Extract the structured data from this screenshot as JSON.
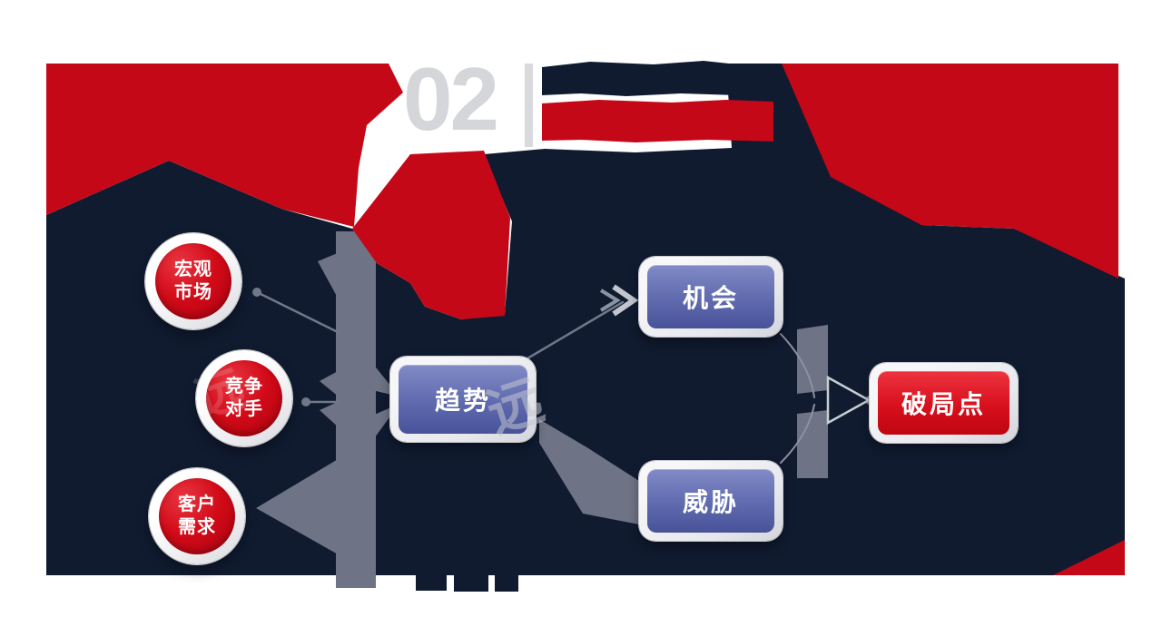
{
  "header": {
    "section_number": "02"
  },
  "watermarks": {
    "primary": "远",
    "secondary": "远"
  },
  "diagram": {
    "inputs": [
      {
        "line1": "宏观",
        "line2": "市场"
      },
      {
        "line1": "竞争",
        "line2": "对手"
      },
      {
        "line1": "客户",
        "line2": "需求"
      }
    ],
    "hub": {
      "label": "趋势"
    },
    "outcomes": [
      {
        "label": "机会"
      },
      {
        "label": "威胁"
      }
    ],
    "result": {
      "label": "破局点"
    }
  },
  "colors": {
    "accent_red": "#c40818",
    "navy": "#101b30",
    "slate_connector": "#6e7485",
    "node_blue_top": "#828bc6",
    "node_blue_bottom": "#475299",
    "node_red_top": "#ee3340",
    "node_red_bottom": "#bf0511",
    "silver_border": "#ececee",
    "number_gray": "#d5d6d9"
  }
}
